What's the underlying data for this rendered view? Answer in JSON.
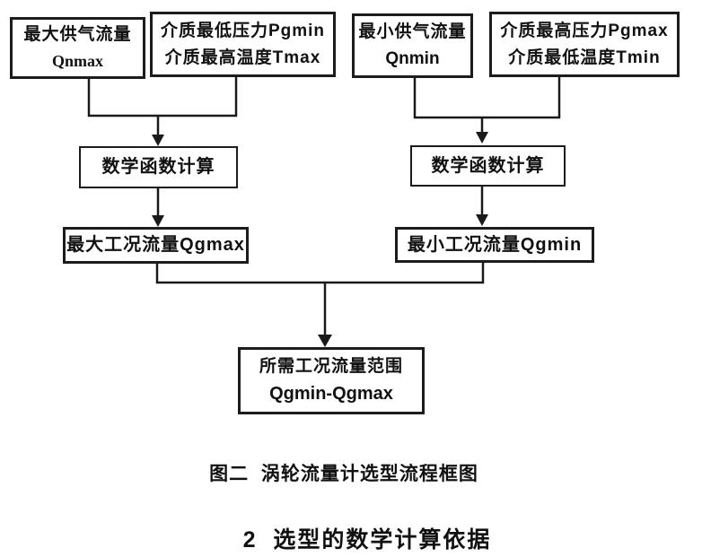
{
  "flowchart": {
    "nodes": {
      "qnmax": {
        "line1": "最大供气流量",
        "line2": "Qnmax"
      },
      "pgmin_tmax": {
        "line1": "介质最低压力Pgmin",
        "line2": "介质最高温度Tmax"
      },
      "qnmin": {
        "line1": "最小供气流量",
        "line2": "Qnmin"
      },
      "pgmax_tmin": {
        "line1": "介质最高压力Pgmax",
        "line2": "介质最低温度Tmin"
      },
      "calc_left": {
        "line1": "数学函数计算"
      },
      "calc_right": {
        "line1": "数学函数计算"
      },
      "qgmax": {
        "line1": "最大工况流量Qgmax"
      },
      "qgmin": {
        "line1": "最小工况流量Qgmin"
      },
      "result": {
        "line1": "所需工况流量范围",
        "line2": "Qgmin-Qgmax"
      }
    },
    "edges": [
      {
        "from": "qnmax",
        "to": "calc_left"
      },
      {
        "from": "pgmin_tmax",
        "to": "calc_left"
      },
      {
        "from": "qnmin",
        "to": "calc_right"
      },
      {
        "from": "pgmax_tmin",
        "to": "calc_right"
      },
      {
        "from": "calc_left",
        "to": "qgmax"
      },
      {
        "from": "calc_right",
        "to": "qgmin"
      },
      {
        "from": "qgmax",
        "to": "result"
      },
      {
        "from": "qgmin",
        "to": "result"
      }
    ],
    "colors": {
      "ink": "#1a1a1a",
      "background": "#ffffff"
    }
  },
  "caption": "图二  涡轮流量计选型流程框图",
  "section_heading": "2  选型的数学计算依据"
}
